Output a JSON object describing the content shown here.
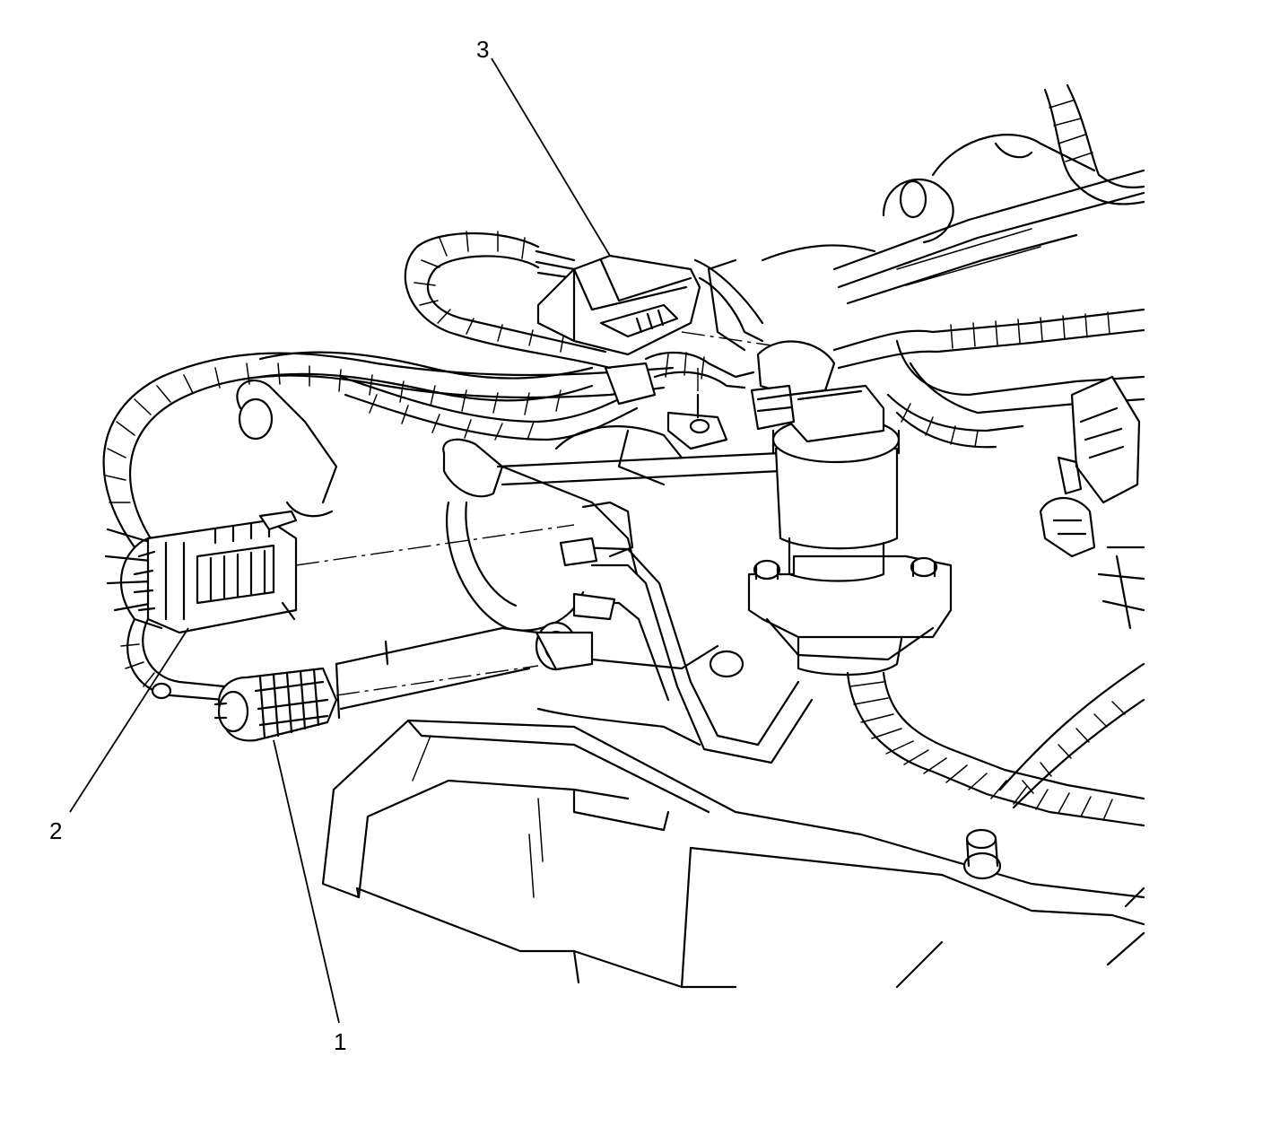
{
  "callouts": [
    {
      "id": "c1",
      "label": "1"
    },
    {
      "id": "c2",
      "label": "2"
    },
    {
      "id": "c3",
      "label": "3"
    }
  ]
}
